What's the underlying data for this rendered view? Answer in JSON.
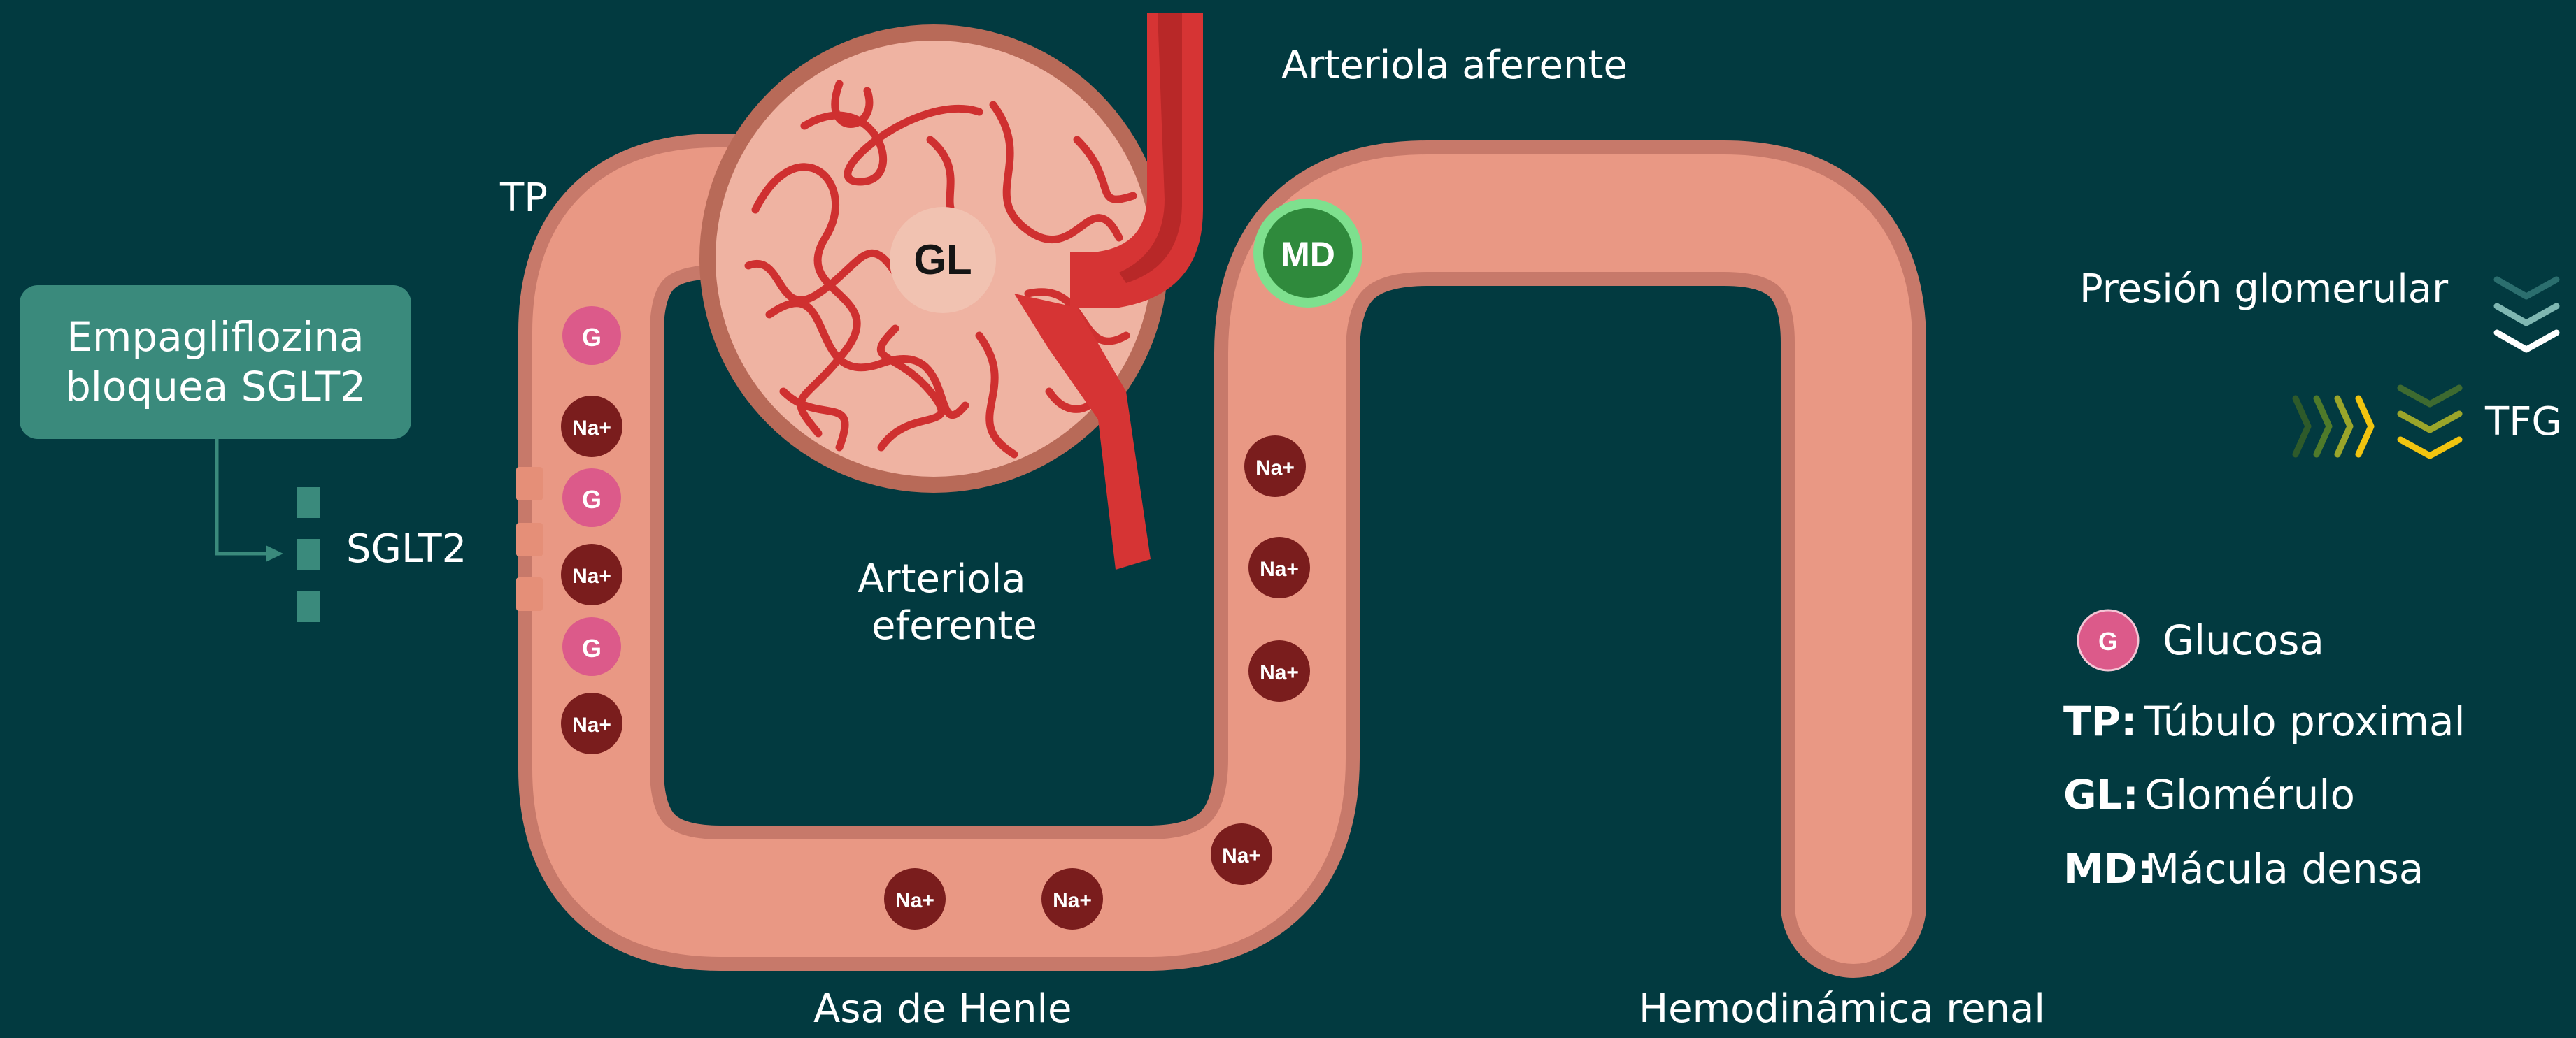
{
  "labels": {
    "arteriola_aferente": "Arteriola aferente",
    "tp": "TP",
    "arteriola_eferente_1": "Arteriola",
    "arteriola_eferente_2": "eferente",
    "sglt2": "SGLT2",
    "asa_henle": "Asa de Henle",
    "hemodinamica": "Hemodinámica renal",
    "gl": "GL",
    "md": "MD"
  },
  "callout": {
    "line1": "Empagliflozina",
    "line2": "bloquea SGLT2"
  },
  "ions": {
    "glucose": "G",
    "sodium": "Na+"
  },
  "indicators": {
    "presion": "Presión glomerular",
    "tfg": "TFG"
  },
  "legend": {
    "glucosa": "Glucosa",
    "tp_key": "TP:",
    "tp_value": "Túbulo proximal",
    "gl_key": "GL:",
    "gl_value": "Glomérulo",
    "md_key": "MD:",
    "md_value": "Mácula densa"
  },
  "colors": {
    "background": "#023a40",
    "tubule": "#e99884",
    "tubule_border": "#c7796a",
    "glucose": "#dc5a8a",
    "sodium": "#7a1d1d",
    "macula_densa": "#2f8a3c",
    "macula_ring": "#7ee08e",
    "vessel": "#d63434",
    "callout": "#3a8a7c"
  }
}
